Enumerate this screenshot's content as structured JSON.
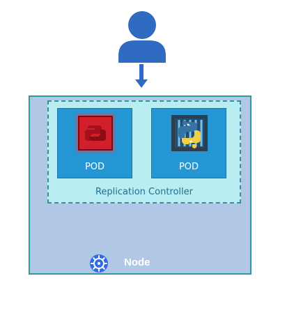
{
  "pods": [
    {
      "label": "POD",
      "icon": "red-python-container-icon"
    },
    {
      "label": "POD",
      "icon": "python-logo-icon"
    }
  ],
  "replication_controller": {
    "label": "Replication Controller"
  },
  "node": {
    "label": "Node",
    "icon": "kubernetes-helm-icon"
  },
  "colors": {
    "node_bg": "#b0c8e6",
    "node_border": "#2f98a3",
    "rc_bg": "#b8edf2",
    "pod_bg": "#2496d4",
    "user": "#2f6bc0",
    "error_red": "#d11f2b"
  }
}
